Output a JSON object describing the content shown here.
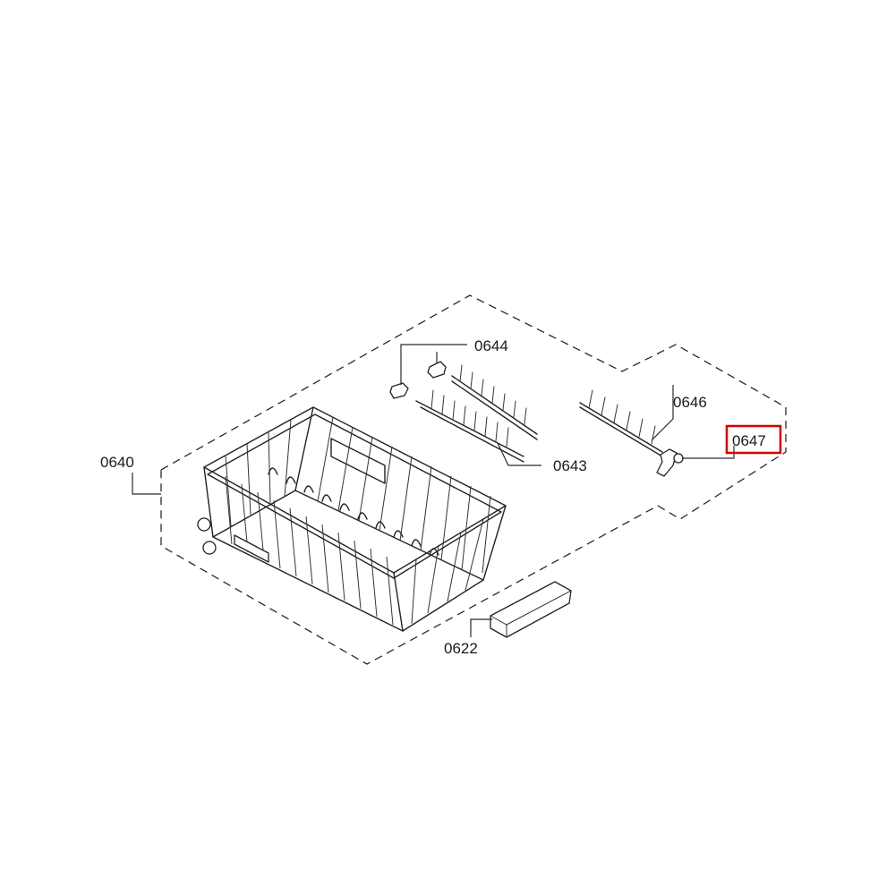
{
  "diagram": {
    "highlight_color": "#d10000",
    "line_color": "#2a2a2a",
    "parts": [
      {
        "id": "0640",
        "label": "0640"
      },
      {
        "id": "0644",
        "label": "0644"
      },
      {
        "id": "0643",
        "label": "0643"
      },
      {
        "id": "0646",
        "label": "0646"
      },
      {
        "id": "0647",
        "label": "0647",
        "highlighted": true
      },
      {
        "id": "0622",
        "label": "0622"
      }
    ]
  }
}
